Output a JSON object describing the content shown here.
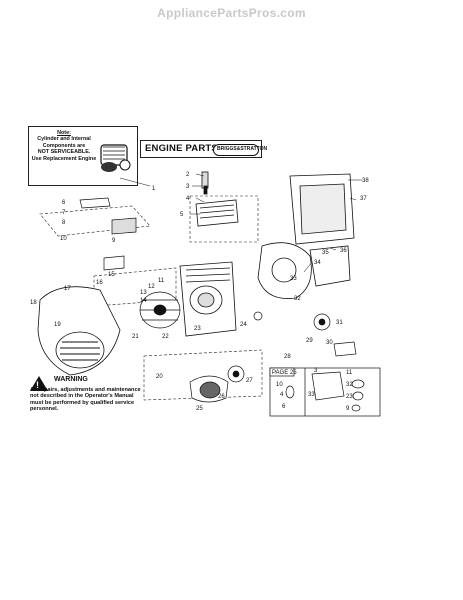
{
  "watermark": "AppliancePartsPros.com",
  "note": {
    "title": "Note:",
    "lines": [
      "Cylinder and Internal",
      "Components are",
      "NOT SERVICEABLE.",
      "Use Replacement Engine"
    ]
  },
  "header": {
    "title": "ENGINE PARTS",
    "logo": "BRIGGS&STRATTON"
  },
  "warning": {
    "title": "WARNING",
    "text": "All repairs, adjustments and maintenance not described in the Operator's Manual must be performed by qualified service personnel."
  },
  "inset": {
    "title": "PAGE 25"
  },
  "callouts": [
    "1",
    "2",
    "3",
    "4",
    "5",
    "6",
    "7",
    "8",
    "9",
    "10",
    "11",
    "12",
    "13",
    "14",
    "15",
    "16",
    "17",
    "18",
    "19",
    "20",
    "21",
    "22",
    "23",
    "24",
    "25",
    "26",
    "27",
    "28",
    "29",
    "30",
    "31",
    "32",
    "33",
    "34",
    "35",
    "36",
    "37",
    "38",
    "10",
    "4",
    "6",
    "3",
    "11",
    "32",
    "23",
    "33",
    "9"
  ]
}
